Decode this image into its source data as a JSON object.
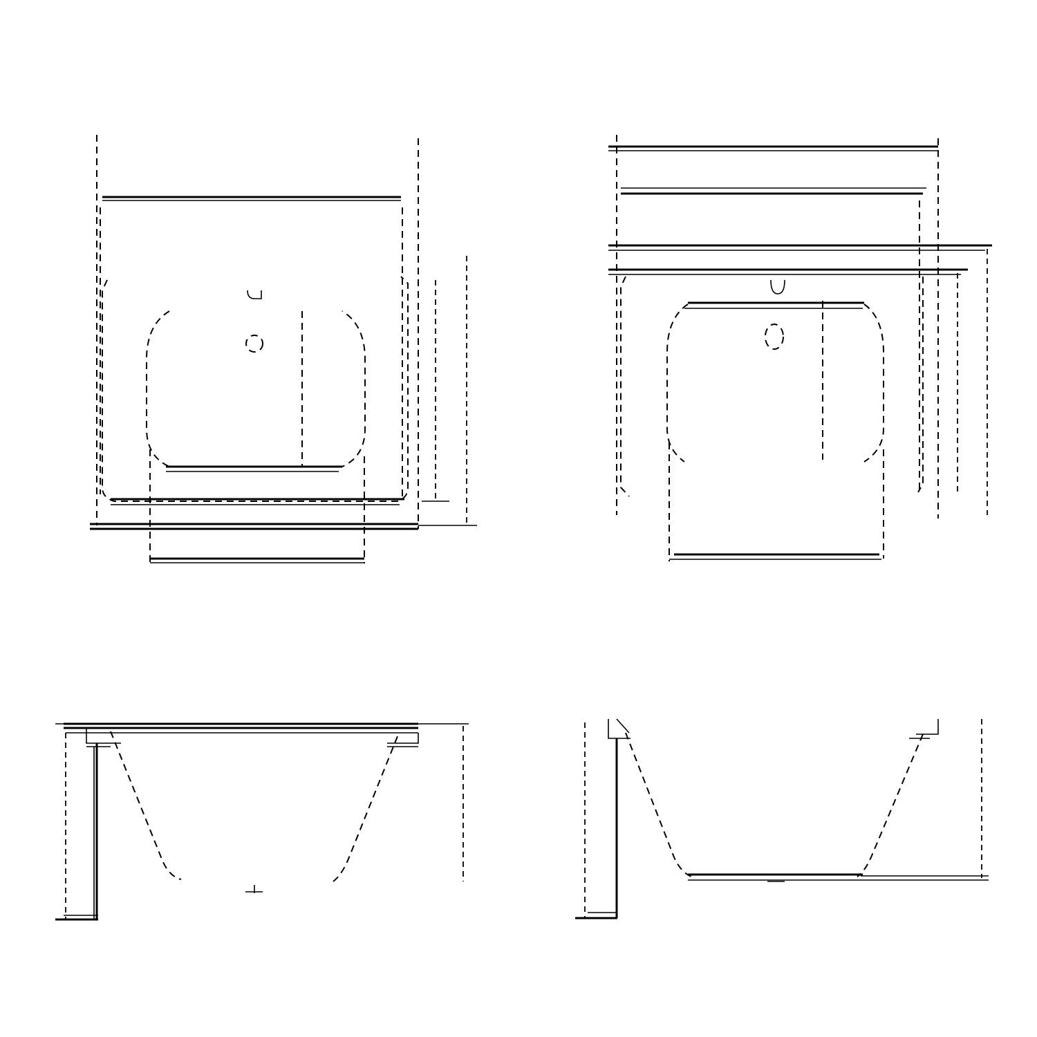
{
  "drawing": {
    "views": [
      {
        "id": "top-view-1",
        "dims": {
          "overall_width": "",
          "outer_width": "",
          "bowl_width": "",
          "drain_offset": "",
          "depth_inner": "",
          "depth_outer": "",
          "corner_offset": ""
        }
      },
      {
        "id": "top-view-2",
        "dims": {
          "overall_width": "",
          "outer_width": "",
          "bowl_width": "",
          "depth_inner": "",
          "depth_mid": "",
          "depth_outer": "",
          "corner_offset": ""
        }
      },
      {
        "id": "side-view-1",
        "dims": {
          "rim": "",
          "height_left": "",
          "height_right": ""
        }
      },
      {
        "id": "side-view-2",
        "dims": {
          "rim": "",
          "height_left": "",
          "height_right": ""
        }
      }
    ],
    "icons": [
      "drain-icon",
      "overflow-icon"
    ]
  }
}
